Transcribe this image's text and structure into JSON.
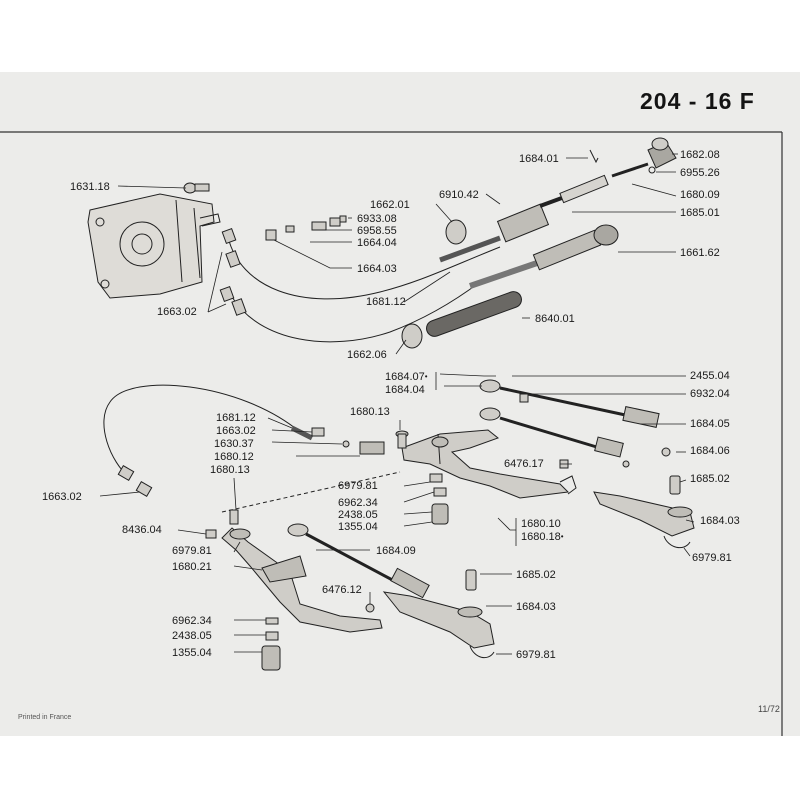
{
  "sheet": {
    "title": "204 - 16 F",
    "footer_left": "Printed in France",
    "footer_right": "11/72"
  },
  "labels": [
    {
      "id": "l1",
      "text": "1684.01"
    },
    {
      "id": "l2",
      "text": "1682.08"
    },
    {
      "id": "l3",
      "text": "6955.26"
    },
    {
      "id": "l4",
      "text": "1680.09"
    },
    {
      "id": "l5",
      "text": "1685.01"
    },
    {
      "id": "l6",
      "text": "1631.18"
    },
    {
      "id": "l7",
      "text": "6910.42"
    },
    {
      "id": "l8",
      "text": "1662.01"
    },
    {
      "id": "l9",
      "text": "6933.08"
    },
    {
      "id": "l10",
      "text": "6958.55"
    },
    {
      "id": "l11",
      "text": "1664.04"
    },
    {
      "id": "l12",
      "text": "1664.03"
    },
    {
      "id": "l13",
      "text": "1661.62"
    },
    {
      "id": "l14",
      "text": "1663.02"
    },
    {
      "id": "l15",
      "text": "1681.12"
    },
    {
      "id": "l16",
      "text": "8640.01"
    },
    {
      "id": "l17",
      "text": "1662.06"
    },
    {
      "id": "l18",
      "text": "1684.07"
    },
    {
      "id": "l19",
      "text": "1684.04"
    },
    {
      "id": "l20",
      "text": "2455.04"
    },
    {
      "id": "l21",
      "text": "6932.04"
    },
    {
      "id": "l22",
      "text": "1681.12"
    },
    {
      "id": "l23",
      "text": "1680.13"
    },
    {
      "id": "l24",
      "text": "1663.02"
    },
    {
      "id": "l25",
      "text": "1684.05"
    },
    {
      "id": "l26",
      "text": "1630.37"
    },
    {
      "id": "l27",
      "text": "1680.12"
    },
    {
      "id": "l28",
      "text": "1684.06"
    },
    {
      "id": "l29",
      "text": "6476.17"
    },
    {
      "id": "l30",
      "text": "1680.13"
    },
    {
      "id": "l31",
      "text": "6979.81"
    },
    {
      "id": "l32",
      "text": "1685.02"
    },
    {
      "id": "l33",
      "text": "1663.02"
    },
    {
      "id": "l34",
      "text": "6962.34"
    },
    {
      "id": "l35",
      "text": "2438.05"
    },
    {
      "id": "l36",
      "text": "1684.03"
    },
    {
      "id": "l37",
      "text": "1355.04"
    },
    {
      "id": "l38",
      "text": "1680.10"
    },
    {
      "id": "l39",
      "text": "8436.04"
    },
    {
      "id": "l40",
      "text": "1680.18"
    },
    {
      "id": "l41",
      "text": "6979.81"
    },
    {
      "id": "l42",
      "text": "6979.81"
    },
    {
      "id": "l43",
      "text": "1684.09"
    },
    {
      "id": "l44",
      "text": "1680.21"
    },
    {
      "id": "l45",
      "text": "1685.02"
    },
    {
      "id": "l46",
      "text": "6476.12"
    },
    {
      "id": "l47",
      "text": "1684.03"
    },
    {
      "id": "l48",
      "text": "6962.34"
    },
    {
      "id": "l49",
      "text": "2438.05"
    },
    {
      "id": "l50",
      "text": "1355.04"
    },
    {
      "id": "l51",
      "text": "6979.81"
    }
  ],
  "markers": {
    "star": "•"
  },
  "colors": {
    "ink": "#1a1a1a",
    "paper": "#ececea",
    "background": "#ffffff"
  }
}
